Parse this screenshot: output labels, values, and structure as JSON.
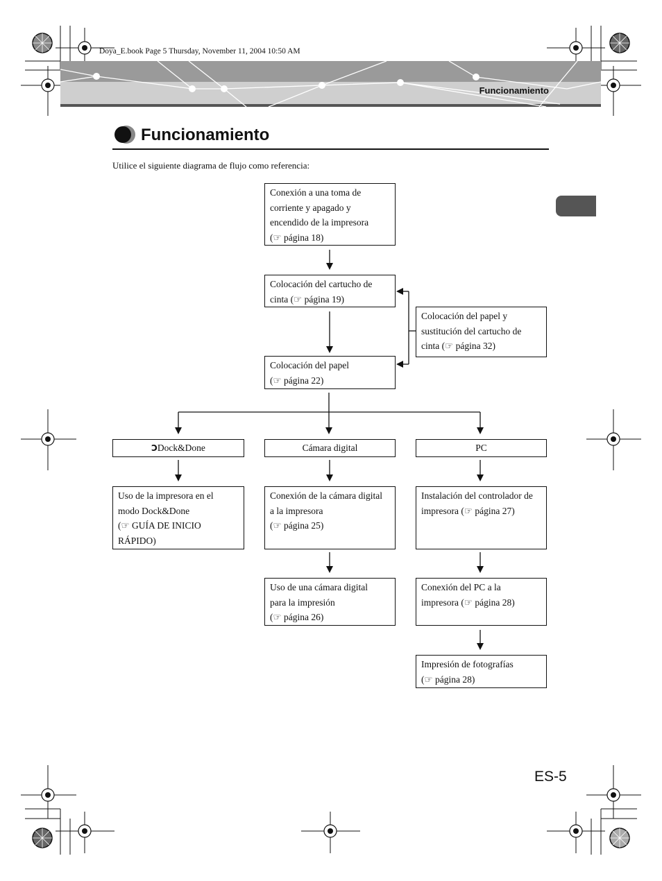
{
  "meta_line": "Doya_E.book  Page 5  Thursday, November 11, 2004  10:50 AM",
  "header": {
    "section_label": "Funcionamiento"
  },
  "title": "Funcionamiento",
  "intro": "Utilice el siguiente diagrama de flujo como referencia:",
  "flow": {
    "power": [
      "Conexión a una toma de",
      "corriente y apagado y",
      "encendido de la impresora",
      "(☞ página 18)"
    ],
    "ribbon": [
      "Colocación del cartucho de",
      "cinta (☞ página 19)"
    ],
    "paper_replace": [
      "Colocación del papel y",
      "sustitución del cartucho de",
      "cinta (☞ página 32)"
    ],
    "paper": [
      "Colocación del papel",
      "(☞ página 22)"
    ],
    "branches": {
      "dock": "Dock&Done",
      "camera": "Cámara digital",
      "pc": "PC"
    },
    "dock_use": [
      "Uso de la impresora en el",
      "modo Dock&Done",
      "(☞ GUÍA DE INICIO",
      "RÁPIDO)"
    ],
    "camera_connect": [
      "Conexión de la cámara digital",
      "a la impresora",
      "(☞ página 25)"
    ],
    "camera_use": [
      "Uso de una cámara digital",
      "para la impresión",
      "(☞ página 26)"
    ],
    "pc_driver": [
      "Instalación del controlador de",
      "impresora (☞ página 27)"
    ],
    "pc_connect": [
      "Conexión del PC a la",
      "impresora (☞ página 28)"
    ],
    "pc_print": [
      "Impresión de fotografías",
      "(☞ página 28)"
    ]
  },
  "page_number": "ES-5"
}
